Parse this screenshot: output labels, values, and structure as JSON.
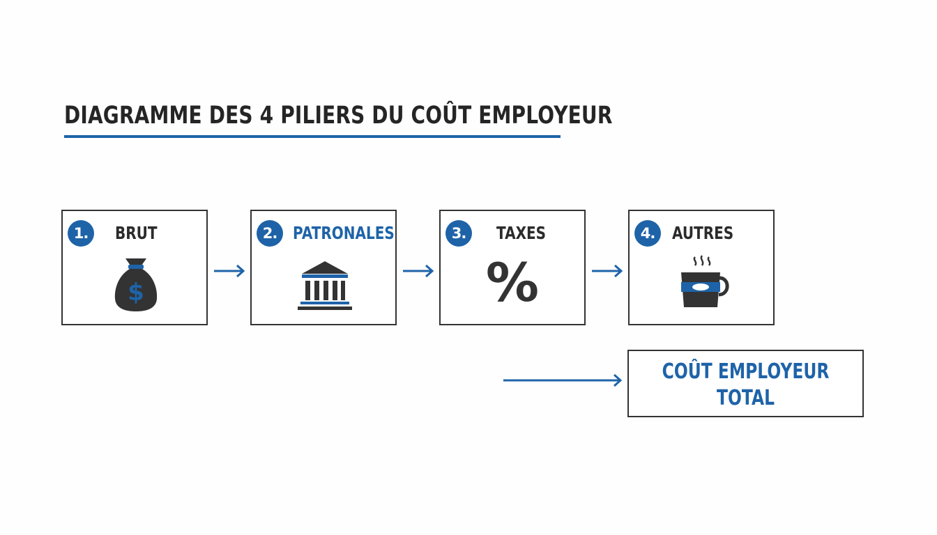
{
  "title": "DIAGRAMME DES 4 PILIERS DU COÛT EMPLOYEUR",
  "colors": {
    "accent": "#1e63a8",
    "dark": "#333333",
    "border": "#333333"
  },
  "pillars": [
    {
      "number": "1.",
      "label": "BRUT",
      "icon": "money-bag-icon",
      "label_color": "dark"
    },
    {
      "number": "2.",
      "label": "PATRONALES",
      "icon": "bank-building-icon",
      "label_color": "accent"
    },
    {
      "number": "3.",
      "label": "TAXES",
      "icon": "percent-icon",
      "icon_text": "%",
      "label_color": "dark"
    },
    {
      "number": "4.",
      "label": "AUTRES",
      "icon": "coffee-cup-icon",
      "label_color": "dark"
    }
  ],
  "total": {
    "line1": "COÛT EMPLOYEUR",
    "line2": "TOTAL"
  }
}
